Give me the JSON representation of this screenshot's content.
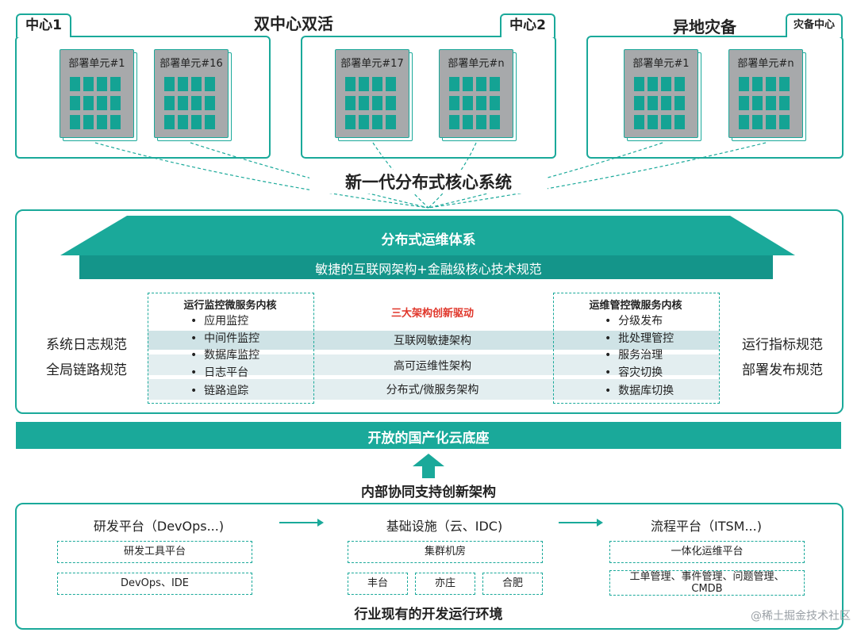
{
  "top": {
    "left_title": "双中心双活",
    "right_title": "异地灾备",
    "center1_tab": "中心1",
    "center2_tab": "中心2",
    "dr_tab": "灾备中心",
    "units": [
      "部署单元#1",
      "部署单元#16",
      "部署单元#17",
      "部署单元#n",
      "部署单元#1",
      "部署单元#n"
    ]
  },
  "core_title": "新一代分布式核心系统",
  "ops": {
    "roof_title": "分布式运维体系",
    "banner": "敏捷的互联网架构+金融级核心技术规范",
    "left_kernel": {
      "title": "运行监控微服务内核",
      "items": [
        "应用监控",
        "中间件监控",
        "数据库监控",
        "日志平台",
        "链路追踪"
      ]
    },
    "right_kernel": {
      "title": "运维管控微服务内核",
      "items": [
        "分级发布",
        "批处理管控",
        "服务治理",
        "容灾切换",
        "数据库切换"
      ]
    },
    "drive_title": "三大架构创新驱动",
    "arch": [
      "互联网敏捷架构",
      "高可运维性架构",
      "分布式/微服务架构"
    ],
    "left_side": [
      "系统日志规范",
      "全局链路规范"
    ],
    "right_side": [
      "运行指标规范",
      "部署发布规范"
    ],
    "bullet": "•"
  },
  "cloud_base": "开放的国产化云底座",
  "support_title": "内部协同支持创新架构",
  "bottom": {
    "col1": {
      "title": "研发平台（DevOps...)",
      "boxes": [
        "研发工具平台",
        "DevOps、IDE"
      ]
    },
    "col2": {
      "title": "基础设施（云、IDC)",
      "boxes": [
        "集群机房"
      ],
      "sites": [
        "丰台",
        "亦庄",
        "合肥"
      ]
    },
    "col3": {
      "title": "流程平台（ITSM...)",
      "boxes": [
        "一体化运维平台",
        "工单管理、事件管理、问题管理、",
        "CMDB"
      ]
    },
    "footer": "行业现有的开发运行环境"
  },
  "watermark": "@稀土掘金技术社区",
  "colors": {
    "teal": "#1aa99a",
    "teal_dark": "#14958a",
    "accent_red": "#e0362a",
    "unit_gray": "#a7a9ab"
  }
}
